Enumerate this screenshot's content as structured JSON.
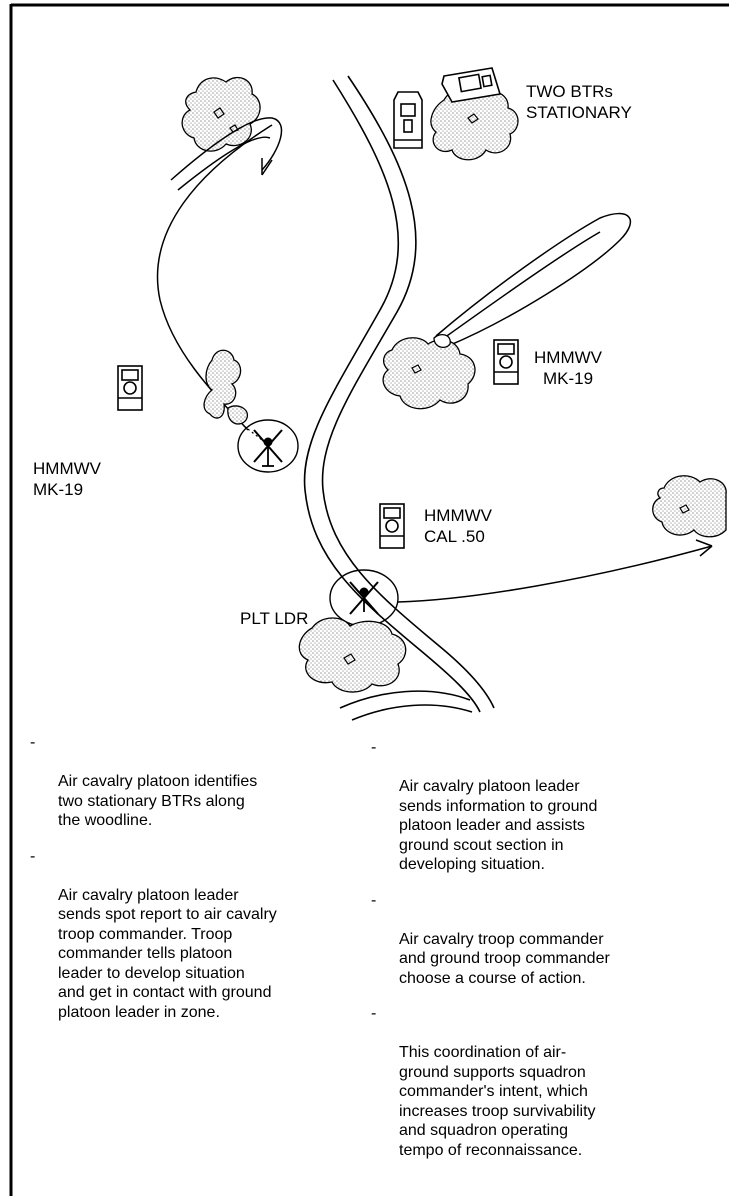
{
  "labels": {
    "btr_line1": "TWO BTRs",
    "btr_line2": "STATIONARY",
    "hmmwv_right_line1": "HMMWV",
    "hmmwv_right_line2": "MK-19",
    "hmmwv_left_line1": "HMMWV",
    "hmmwv_left_line2": "MK-19",
    "hmmwv_center_line1": "HMMWV",
    "hmmwv_center_line2": "CAL .50",
    "plt_ldr": "PLT LDR"
  },
  "bullet_marker": "-",
  "notes_left": [
    "Air cavalry platoon identifies\ntwo stationary BTRs along\nthe woodline.",
    "Air cavalry platoon leader\nsends spot report to air cavalry\ntroop commander.  Troop\ncommander tells platoon\nleader to develop situation\nand get in contact with ground\nplatoon leader in zone."
  ],
  "notes_right": [
    "Air cavalry platoon leader\nsends  information to ground\nplatoon leader and assists\nground scout section in\ndeveloping situation.",
    "Air cavalry troop commander\nand ground troop commander\nchoose a course of action.",
    "This coordination of air-\nground supports squadron\ncommander's intent, which\nincreases troop survivability\nand squadron operating\ntempo of reconnaissance."
  ]
}
